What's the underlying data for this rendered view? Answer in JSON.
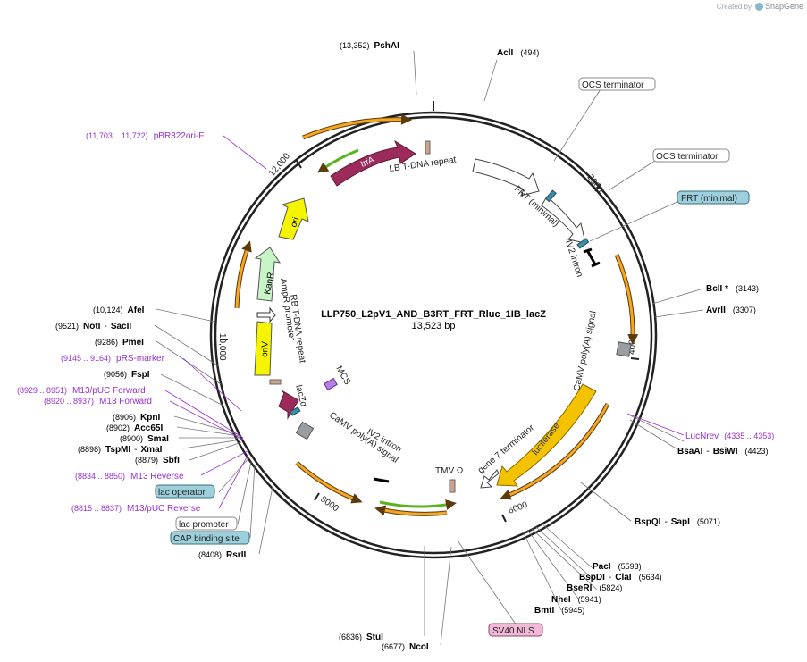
{
  "credit": {
    "prefix": "Created by",
    "brand": "SnapGene"
  },
  "plasmid": {
    "name": "LLP750_L2pV1_AND_B3RT_FRT_Rluc_1IB_lacZ",
    "size": "13,523 bp",
    "ticks": [
      "2000",
      "4000",
      "6000",
      "8000",
      "10,000",
      "12,000"
    ]
  },
  "enzymes": [
    {
      "name": "PshAI",
      "pos": "(13,352)"
    },
    {
      "name": "AclI",
      "pos": "(494)"
    },
    {
      "name": "BclI *",
      "pos": "(3143)"
    },
    {
      "name": "AvrII",
      "pos": "(3307)"
    },
    {
      "name": "BsaAI",
      "name2": "BsiWI",
      "pos": "(4423)"
    },
    {
      "name": "BspQI",
      "name2": "SapI",
      "pos": "(5071)"
    },
    {
      "name": "PacI",
      "pos": "(5593)"
    },
    {
      "name": "BspDI",
      "name2": "ClaI",
      "pos": "(5634)"
    },
    {
      "name": "BseRI",
      "pos": "(5824)"
    },
    {
      "name": "NheI",
      "pos": "(5941)"
    },
    {
      "name": "BmtI",
      "pos": "(5945)"
    },
    {
      "name": "StuI",
      "pos": "(6836)"
    },
    {
      "name": "NcoI",
      "pos": "(6677)"
    },
    {
      "name": "RsrII",
      "pos": "(8408)"
    },
    {
      "name": "SbfI",
      "pos": "(8879)"
    },
    {
      "name": "TspMI",
      "name2": "XmaI",
      "pos": "(8898)"
    },
    {
      "name": "SmaI",
      "pos": "(8900)"
    },
    {
      "name": "Acc65I",
      "pos": "(8902)"
    },
    {
      "name": "KpnI",
      "pos": "(8906)"
    },
    {
      "name": "FspI",
      "pos": "(9056)"
    },
    {
      "name": "PmeI",
      "pos": "(9286)"
    },
    {
      "name": "NotI",
      "name2": "SacII",
      "pos": "(9521)"
    },
    {
      "name": "AfeI",
      "pos": "(10,124)"
    }
  ],
  "primers": [
    {
      "name": "pBR322ori-F",
      "pos": "(11,703 .. 11,722)"
    },
    {
      "name": "LucNrev",
      "pos": "(4335 .. 4353)"
    },
    {
      "name": "pRS-marker",
      "pos": "(9145 .. 9164)"
    },
    {
      "name": "M13/pUC Forward",
      "pos": "(8929 .. 8951)"
    },
    {
      "name": "M13 Forward",
      "pos": "(8920 .. 8937)"
    },
    {
      "name": "M13 Reverse",
      "pos": "(8834 .. 8850)"
    },
    {
      "name": "M13/pUC Reverse",
      "pos": "(8815 .. 8837)"
    }
  ],
  "boxed_features": [
    {
      "name": "OCS terminator"
    },
    {
      "name": "OCS terminator"
    },
    {
      "name": "FRT (minimal)"
    },
    {
      "name": "lac operator"
    },
    {
      "name": "lac promoter"
    },
    {
      "name": "CAP binding site"
    },
    {
      "name": "SV40 NLS"
    }
  ],
  "inner_labels": [
    "LB T-DNA repeat",
    "FRT (minimal)",
    "IV2 intron",
    "CaMV poly(A) signal",
    "gene 7 terminator",
    "TMV Ω",
    "CaMV poly(A) signal",
    "IV2 intron",
    "MCS",
    "lacZα",
    "RB T-DNA repeat",
    "AmpR promoter"
  ],
  "arrow_labels": [
    "trfA",
    "ori",
    "KanR",
    "oriV",
    "luciferase"
  ],
  "colors": {
    "enzyme": "#000000",
    "primer": "#9a2fd0",
    "box_blue": "#9dd0dc",
    "box_pink": "#f2b8d8",
    "trfA": "#9c2a5a",
    "ori": "#f5f500",
    "kanr": "#c8f5c8",
    "luciferase": "#f5c200",
    "orange": "#f5a623",
    "green": "#5ab31d"
  }
}
